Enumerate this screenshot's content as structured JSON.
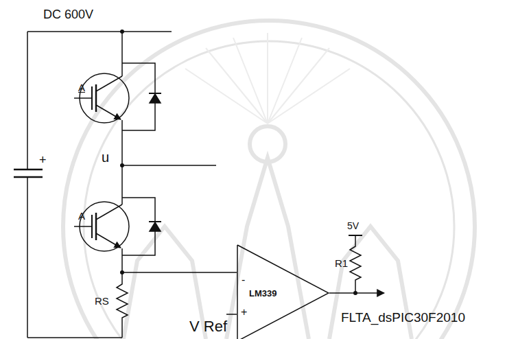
{
  "diagram": {
    "nodes": [
      {
        "text": [
          "LM339"
        ]
      }
    ],
    "labels": [
      "DC 600V",
      "A",
      "u",
      "A",
      "RS",
      "R1",
      "5V",
      "+",
      "-",
      "+",
      "V Ref",
      "FLTA_dsPIC30F2010"
    ]
  }
}
